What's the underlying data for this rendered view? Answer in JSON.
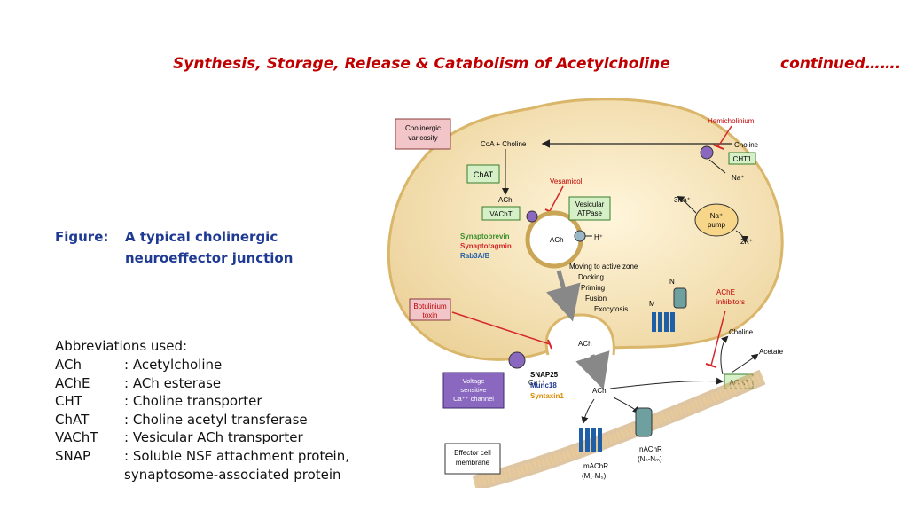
{
  "header": {
    "title": "Synthesis, Storage, Release & Catabolism of Acetylcholine",
    "continued": "continued……."
  },
  "figure": {
    "label": "Figure:",
    "caption_line1": "A typical cholinergic",
    "caption_line2": "neuroeffector junction"
  },
  "abbreviations": {
    "heading": "Abbreviations used:",
    "items": [
      {
        "key": "ACh",
        "value": ": Acetylcholine"
      },
      {
        "key": "AChE",
        "value": ": ACh esterase"
      },
      {
        "key": "CHT",
        "value": ": Choline transporter"
      },
      {
        "key": "ChAT",
        "value": ": Choline acetyl transferase"
      },
      {
        "key": "VAChT",
        "value": ": Vesicular ACh transporter"
      },
      {
        "key": "SNAP",
        "value": ": Soluble NSF attachment protein,"
      },
      {
        "key": "",
        "value": "synaptosome-associated protein"
      }
    ]
  },
  "diagram": {
    "varicosity": [
      "Cholinergic",
      "varicosity"
    ],
    "coa_choline": "CoA + Choline",
    "chat": "ChAT",
    "ach": "ACh",
    "vacht": "VAChT",
    "vesamicol": "Vesamicol",
    "vesicular_atpase": [
      "Vesicular",
      "ATPase"
    ],
    "h_plus": "H⁺",
    "synaptobrevin": "Synaptobrevin",
    "synaptotagmin": "Synaptotagmin",
    "rab": "Rab3A/B",
    "hemicholinium": "Hemicholinium",
    "choline": "Choline",
    "cht1": "CHT1",
    "na_plus": "Na⁺",
    "three_na": "3Na⁺",
    "na_pump": [
      "Na⁺",
      "pump"
    ],
    "two_k": "2K⁺",
    "moving": [
      "Moving to active zone",
      "Docking",
      "Priming",
      "Fusion",
      "Exocytosis"
    ],
    "botulinum": [
      "Botulinium",
      "toxin"
    ],
    "n_label": "N",
    "m_label": "M",
    "ache_inhibitors": [
      "AChE",
      "inhibitors"
    ],
    "acetate": "Acetate",
    "ache": "AChE",
    "voltage_channel": [
      "Voltage",
      "sensitive",
      "Ca⁺⁺ channel"
    ],
    "ca": "Ca⁺⁺",
    "snap25": "SNAP25",
    "munc18": "Munc18",
    "syntaxin": "Syntaxin1",
    "effector": [
      "Effector cell",
      "membrane"
    ],
    "machr": [
      "mAChR",
      "(M₁-M₅)"
    ],
    "nachr": [
      "nAChR",
      "(Nₙ-Nₘ)"
    ]
  },
  "colors": {
    "title": "#c00000",
    "caption": "#1f3a93",
    "cell_fill": "#f4e6c4",
    "green_box": "#d5efc6",
    "inhibitor_red": "#d62728",
    "receptor_blue": "#1f5fa8"
  }
}
